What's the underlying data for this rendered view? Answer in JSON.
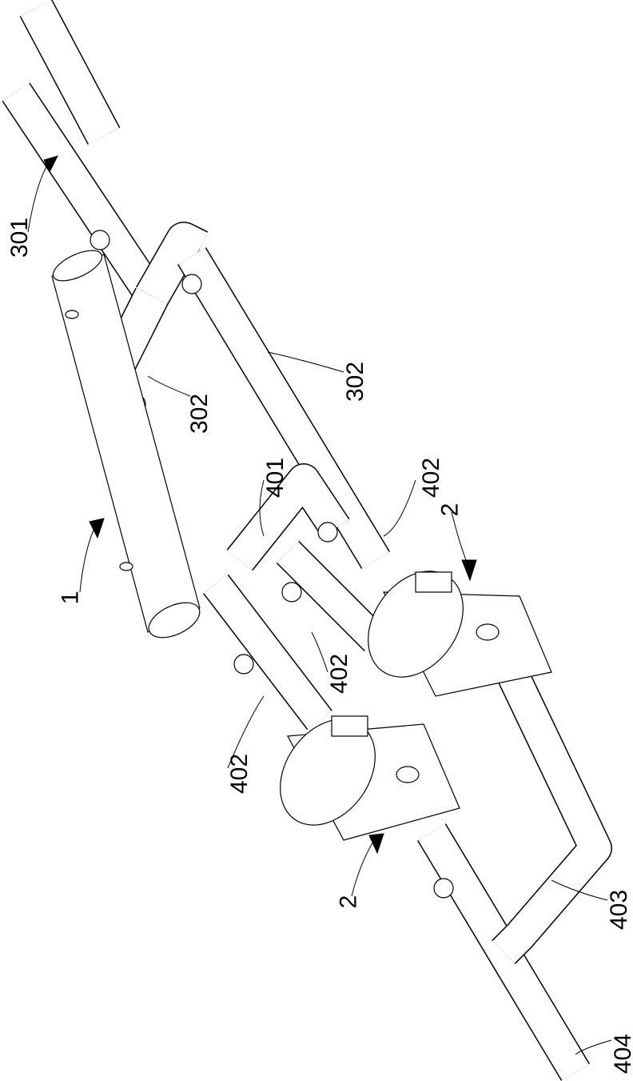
{
  "labels": {
    "pipe_301": "301",
    "pipe_302_a": "302",
    "pipe_302_b": "302",
    "pipe_401": "401",
    "pipe_402_a": "402",
    "pipe_402_b": "402",
    "pipe_402_c": "402",
    "tank_1": "1",
    "filter_2_a": "2",
    "filter_2_b": "2",
    "pipe_403": "403",
    "pipe_404": "404"
  }
}
